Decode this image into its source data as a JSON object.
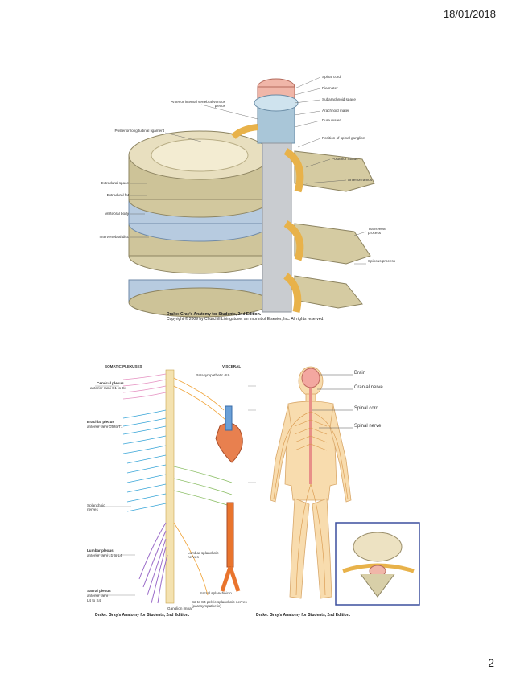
{
  "header": {
    "date": "18/01/2018"
  },
  "footer": {
    "page_number": "2"
  },
  "figure1": {
    "labels_right": [
      "Spinal cord",
      "Pia mater",
      "Subarachnoid space",
      "Arachnoid mater",
      "Dura mater",
      "Position of spinal ganglion",
      "Posterior ramus",
      "Anterior ramus",
      "Transverse process",
      "Spinous process"
    ],
    "labels_left": [
      "Anterior internal vertebral venous plexus",
      "Posterior longitudinal ligament",
      "Extradural space",
      "Extradural fat",
      "Vertebral body",
      "Intervertebral disc"
    ],
    "caption_line1": "Drake: Gray's Anatomy for Students, 2nd Edition.",
    "caption_line2": "Copyright © 2009 by Churchill Livingstone, an imprint of Elsevier, Inc. All rights reserved."
  },
  "figure2": {
    "heading_left": "SOMATIC PLEXUSES",
    "heading_right": "VISCERAL",
    "labels": [
      "Cervical plexus",
      "anterior rami C1 to C4",
      "Brachial plexus",
      "anterior rami C5 to T1",
      "Splanchnic nerves",
      "Lumbar plexus",
      "anterior rami L1 to L4",
      "Sacral plexus",
      "anterior rami",
      "L4 to S4",
      "Parasympathetic (III)",
      "Lumbar splanchnic nerves",
      "Sacral splanchnic n.",
      "S2 to S4 pelvic splanchnic nerves (parasympathetic)",
      "Ganglion impar"
    ],
    "caption": "Drake: Gray's Anatomy for Students, 2nd Edition."
  },
  "figure3": {
    "labels": [
      "Brain",
      "Cranial nerve",
      "Spinal cord",
      "Spinal nerve"
    ],
    "caption": "Drake: Gray's Anatomy for Students, 2nd Edition."
  }
}
